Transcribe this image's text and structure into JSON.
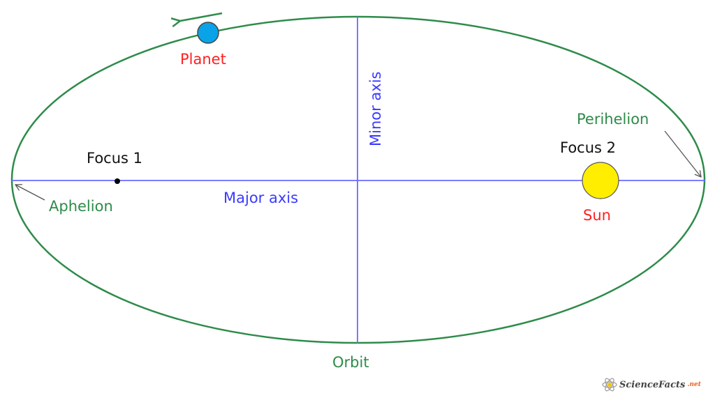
{
  "labels": {
    "planet": "Planet",
    "minor_axis": "Minor axis",
    "perihelion": "Perihelion",
    "focus2": "Focus 2",
    "focus1": "Focus 1",
    "major_axis": "Major axis",
    "aphelion": "Aphelion",
    "sun": "Sun",
    "orbit": "Orbit"
  },
  "logo": {
    "name": "ScienceFacts",
    "suffix": ".net"
  },
  "colors": {
    "orbit": "#2e8b4a",
    "axis": "#3a3aff",
    "planet": "#0aa3e8",
    "sun": "#ffee00",
    "red_label": "#ff2020",
    "green_label": "#2e8b4a",
    "blue_label": "#3a3aff"
  }
}
